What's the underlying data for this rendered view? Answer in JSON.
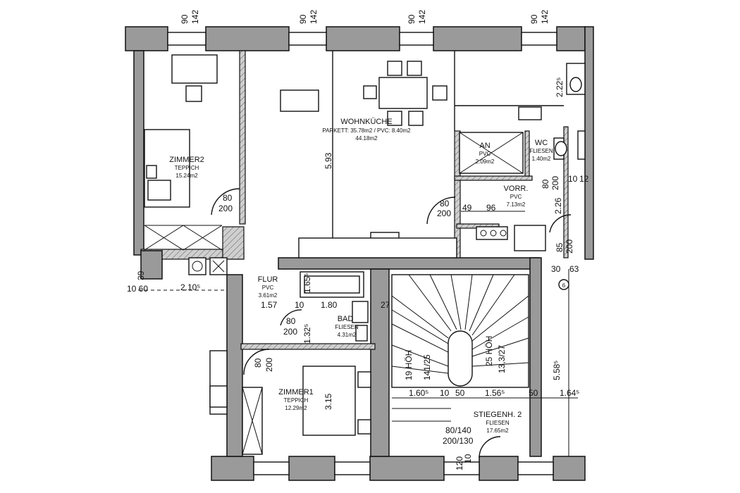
{
  "rooms": {
    "wohnkueche": {
      "name": "WOHNKÜCHE",
      "floor": "PARKETT: 35.78m2 / PVC: 8.40m2",
      "area": "44.18m2"
    },
    "zimmer2": {
      "name": "ZIMMER2",
      "floor": "TEPPICH",
      "area": "15.24m2"
    },
    "an": {
      "name": "AN",
      "floor": "PVC",
      "area": "2.09m2"
    },
    "wc": {
      "name": "WC",
      "floor": "FLIESEN",
      "area": "1.40m2"
    },
    "vorr": {
      "name": "VORR.",
      "floor": "PVC",
      "area": "7.13m2"
    },
    "flur": {
      "name": "FLUR",
      "floor": "PVC",
      "area": "3.61m2"
    },
    "bad": {
      "name": "BAD",
      "floor": "FLIESEN",
      "area": "4.31m2"
    },
    "zimmer1": {
      "name": "ZIMMER1",
      "floor": "TEPPICH",
      "area": "12.29m2"
    },
    "stiegenh": {
      "name": "STIEGENH. 2",
      "floor": "FLIESEN",
      "area": "17.65m2"
    }
  },
  "dimensions": {
    "win_90": "90",
    "win_142": "142",
    "d_2_22": "2.22⁵",
    "d_5_93": "5.93",
    "d_80": "80",
    "d_200": "200",
    "d_49": "49",
    "d_96": "96",
    "d_2_26": "2.26",
    "d_10": "10",
    "d_12": "12",
    "d_85": "85",
    "d_30": "30",
    "d_63": "63",
    "d_39": "39",
    "d_10_60": "10 60",
    "d_2_10": "2.10⁵",
    "d_1_57": "1.57",
    "d_1_80": "1.80",
    "d_27": "27",
    "d_1_65": "1.65⁵",
    "d_1_32": "1.32⁵",
    "d_3_15": "3.15",
    "d_5_58": "5.58⁵",
    "d_1_60": "1.60⁵",
    "d_50": "50",
    "d_1_56": "1.56⁵",
    "d_1_64": "1.64⁵",
    "d_80_140": "80/140",
    "d_200_130": "200/130",
    "d_120": "120",
    "d_19hoh": "19 HÖH",
    "d_141_25": "141/25",
    "d_25hoh": "25 HÖH",
    "d_13_3_27": "13,3/27",
    "axis_6": "6"
  }
}
